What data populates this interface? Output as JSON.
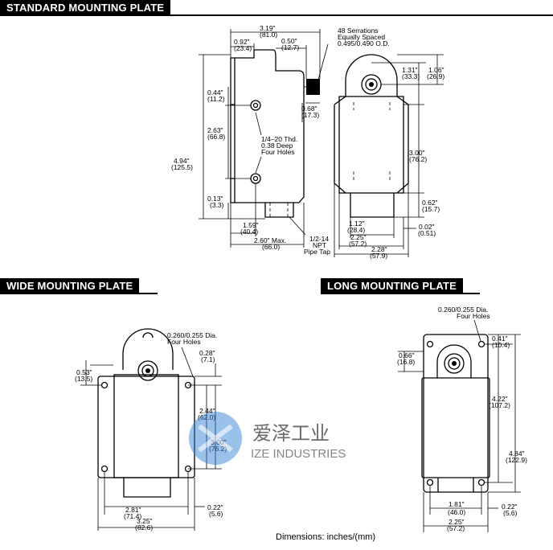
{
  "headers": {
    "standard": "STANDARD MOUNTING PLATE",
    "wide": "WIDE MOUNTING PLATE",
    "long": "LONG MOUNTING PLATE"
  },
  "std": {
    "w319": "3.19\"",
    "w319mm": "(81.0)",
    "w092": "0.92\"",
    "w092mm": "(23.4)",
    "w050": "0.50\"",
    "w050mm": "(12.7)",
    "serr1": "48 Serrations",
    "serr2": "Equally Spaced",
    "serr3": "0.495/0.490 O.D.",
    "h044": "0.44\"",
    "h044mm": "(11.2)",
    "h068": "0.68\"",
    "h068mm": "(17.3)",
    "h263": "2.63\"",
    "h263mm": "(66.8)",
    "thd1": "1/4–20 Thd.",
    "thd2": "0.38 Deep",
    "thd3": "Four Holes",
    "h494": "4.94\"",
    "h494mm": "(125.5)",
    "h013": "0.13\"",
    "h013mm": "(3.3)",
    "w159": "1.59\"",
    "w159mm": "(40.4)",
    "w260": "2.60\" Max.",
    "w260mm": "(66.0)",
    "npt1": "1/2-14",
    "npt2": "NPT",
    "npt3": "Pipe Tap",
    "h131": "1.31\"",
    "h131mm": "(33.3)",
    "h106": "1.06\"",
    "h106mm": "(26.9)",
    "h300": "3.00\"",
    "h300mm": "(76.2)",
    "h062": "0.62\"",
    "h062mm": "(15.7)",
    "w112": "1.12\"",
    "w112mm": "(28.4)",
    "w225": "2.25\"",
    "w225mm": "(57.2)",
    "w228": "2.28\"",
    "w228mm": "(57.9)",
    "h002": "0.02\"",
    "h002mm": "(0.51)"
  },
  "wide": {
    "dia1": "0.260/0.255 Dia.",
    "dia2": "Four Holes",
    "h028": "0.28\"",
    "h028mm": "(7.1)",
    "h053": "0.53\"",
    "h053mm": "(13.5)",
    "h244": "2.44\"",
    "h244mm": "(62.0)",
    "h300": "3.00\"",
    "h300mm": "(76.2)",
    "w281": "2.81\"",
    "w281mm": "(71.4)",
    "w022": "0.22\"",
    "w022mm": "(5.6)",
    "w325": "3.25\"",
    "w325mm": "(82.6)"
  },
  "long": {
    "dia1": "0.260/0.255 Dia.",
    "dia2": "Four Holes",
    "h041": "0.41\"",
    "h041mm": "(10.4)",
    "h066": "0.66\"",
    "h066mm": "(16.8)",
    "h422": "4.22\"",
    "h422mm": "(107.2)",
    "h484": "4.84\"",
    "h484mm": "(122.9)",
    "w181": "1.81\"",
    "w181mm": "(46.0)",
    "w022": "0.22\"",
    "w022mm": "(5.6)",
    "w225": "2.25\"",
    "w225mm": "(57.2)"
  },
  "watermark": {
    "cn": "爱泽工业",
    "en": "IZE INDUSTRIES",
    "brand_color": "#2f7fd6"
  },
  "footer": "Dimensions: inches/(mm)"
}
